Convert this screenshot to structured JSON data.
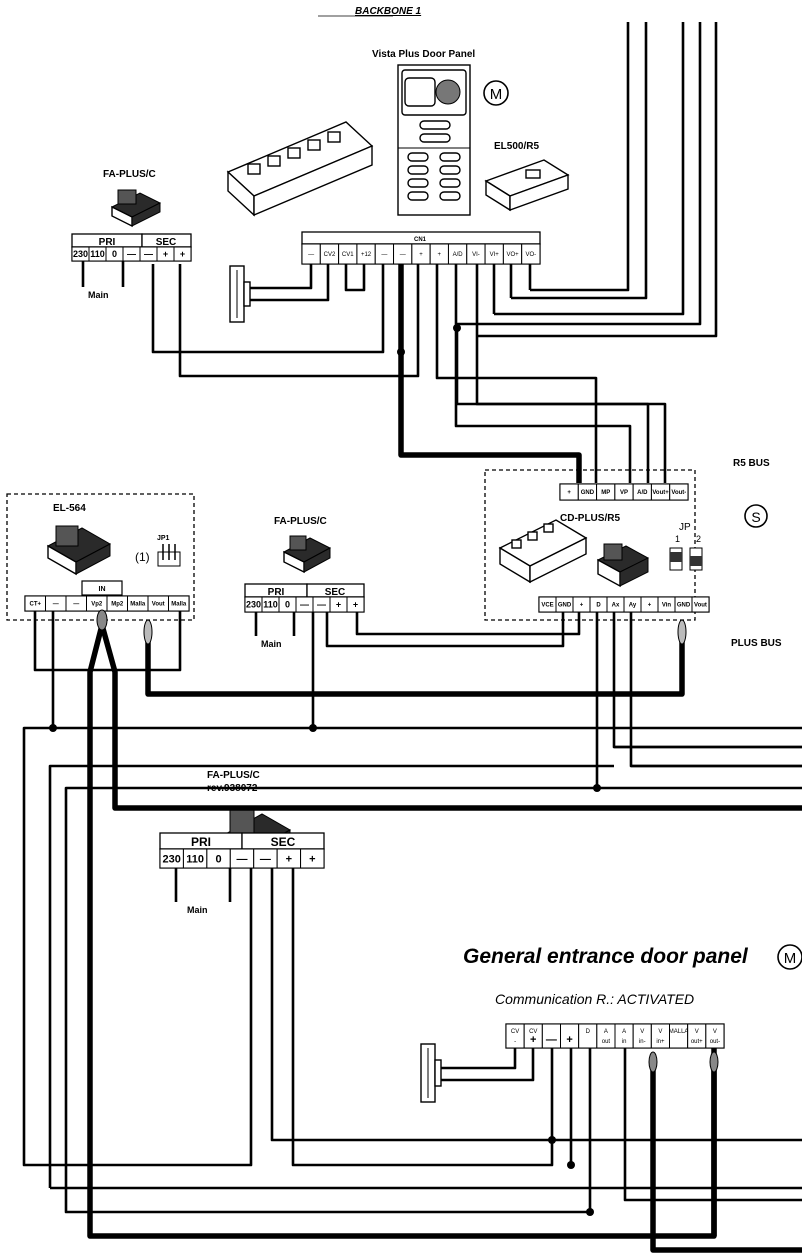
{
  "backbone_title": "BACKBONE 1",
  "door_panel_top": {
    "title": "Vista Plus Door Panel",
    "badge": "M",
    "cn1_label": "CN1",
    "cn1_terminals": [
      "—",
      "CV2",
      "CV1",
      "+12",
      "—",
      "—",
      "+",
      "+",
      "A/D",
      "VI-",
      "VI+",
      "VO+",
      "VO-"
    ]
  },
  "el500": {
    "title": "EL500/R5"
  },
  "fa_plus_top": {
    "title": "FA-PLUS/C",
    "pri_label": "PRI",
    "sec_label": "SEC",
    "terminals": [
      "230",
      "110",
      "0",
      "—",
      "—",
      "+",
      "+"
    ],
    "main_label": "Main"
  },
  "r5_bus_label": "R5 BUS",
  "plus_bus_label": "PLUS BUS",
  "cd_plus": {
    "title": "CD-PLUS/R5",
    "badge": "S",
    "jp_label": "JP",
    "jp_positions": [
      "1",
      "2"
    ],
    "top_terminals": [
      "+",
      "GND",
      "MP",
      "VP",
      "A/D",
      "Vout+",
      "Vout-"
    ],
    "bottom_terminals": [
      "VCE",
      "GND",
      "+",
      "D",
      "Ax",
      "Ay",
      "+",
      "Vin",
      "GND",
      "Vout"
    ]
  },
  "el564": {
    "title": "EL-564",
    "jp1_label": "JP1",
    "note_label": "(1)",
    "in_label": "IN",
    "terminals": [
      "CT+",
      "—",
      "—",
      "Vp2",
      "Mp2",
      "Malla",
      "Vout",
      "Malla"
    ]
  },
  "fa_plus_mid": {
    "title": "FA-PLUS/C",
    "pri_label": "PRI",
    "sec_label": "SEC",
    "terminals": [
      "230",
      "110",
      "0",
      "—",
      "—",
      "+",
      "+"
    ],
    "main_label": "Main"
  },
  "fa_plus_bottom": {
    "title": "FA-PLUS/C",
    "subtitle": "rev.938072",
    "pri_label": "PRI",
    "sec_label": "SEC",
    "terminals": [
      "230",
      "110",
      "0",
      "—",
      "—",
      "+",
      "+"
    ],
    "main_label": "Main"
  },
  "general_panel": {
    "title": "General entrance door panel",
    "badge": "M",
    "comm_status": "Communication R.: ACTIVATED",
    "terminals_top": [
      "CV",
      "CV",
      "",
      "",
      "D",
      "A",
      "A",
      "V",
      "V",
      "MALLA",
      "V",
      "V"
    ],
    "terminals_bottom": [
      "-",
      "+",
      "—",
      "+",
      "",
      "out",
      "in",
      "in-",
      "in+",
      "",
      "out+",
      "out-"
    ]
  }
}
